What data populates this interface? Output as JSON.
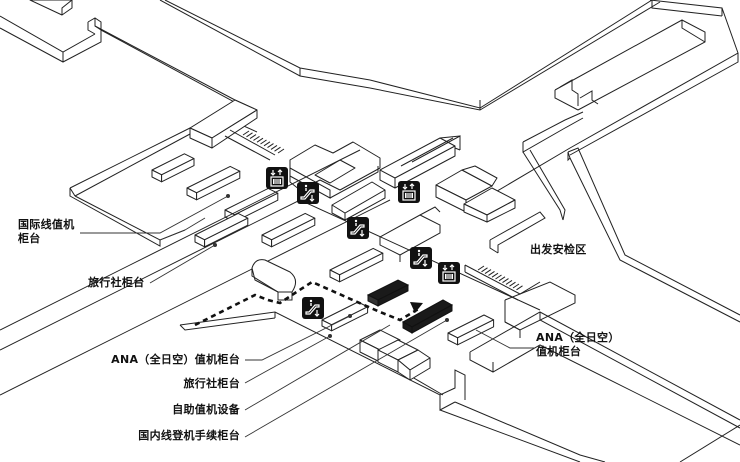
{
  "map": {
    "title": "",
    "labels": {
      "intl_checkin": [
        "国际线值机",
        "柜台"
      ],
      "travel_agency_left": "旅行社柜台",
      "departure_security": "出发安检区",
      "ana_checkin_right": [
        "ANA（全日空）",
        "值机柜台"
      ],
      "ana_checkin_bottom": "ANA（全日空）值机柜台",
      "travel_agency_bottom": "旅行社柜台",
      "self_checkin": "自助值机设备",
      "domestic_checkin": "国内线登机手续柜台"
    },
    "icons": [
      {
        "type": "elevator",
        "name": "elevator-icon"
      },
      {
        "type": "escalator",
        "name": "escalator-icon"
      },
      {
        "type": "elevator",
        "name": "elevator-icon"
      },
      {
        "type": "escalator",
        "name": "escalator-icon"
      },
      {
        "type": "escalator",
        "name": "escalator-icon"
      },
      {
        "type": "elevator",
        "name": "elevator-icon"
      },
      {
        "type": "escalator",
        "name": "escalator-icon"
      }
    ],
    "colors": {
      "ink": "#111111",
      "background": "#ffffff"
    }
  }
}
